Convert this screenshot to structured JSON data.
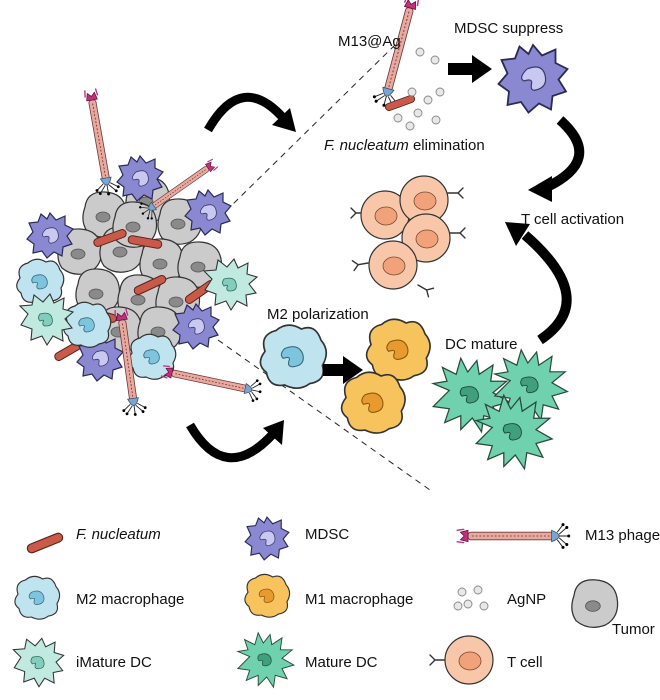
{
  "diagram": {
    "labels": {
      "m13_ag": "M13@Ag",
      "mdsc_suppress": "MDSC suppress",
      "fn_species": "F. nucleatum",
      "fn_elimination": "elimination",
      "t_cell_activation": "T cell activation",
      "m2_polarization": "M2 polarization",
      "dc_mature": "DC mature"
    },
    "legend": [
      {
        "key": "fn",
        "label": "F. nucleatum",
        "italic": true,
        "icon": "bacterium-icon",
        "color": "#c95a4a"
      },
      {
        "key": "mdsc",
        "label": "MDSC",
        "italic": false,
        "icon": "mdsc-cell-icon",
        "color": "#8a87cf"
      },
      {
        "key": "m13",
        "label": "M13 phage",
        "italic": false,
        "icon": "m13-phage-icon",
        "color": "#e7a59a"
      },
      {
        "key": "m2",
        "label": "M2 macrophage",
        "italic": false,
        "icon": "m2-macrophage-icon",
        "color": "#bfe3ef"
      },
      {
        "key": "m1",
        "label": "M1 macrophage",
        "italic": false,
        "icon": "m1-macrophage-icon",
        "color": "#f6c25a"
      },
      {
        "key": "agnp",
        "label": "AgNP",
        "italic": false,
        "icon": "agnp-particles-icon",
        "color": "#d9d9d9"
      },
      {
        "key": "tumor",
        "label": "Tumor",
        "italic": false,
        "icon": "tumor-cell-icon",
        "color": "#c9c9c9"
      },
      {
        "key": "idc",
        "label": "iMature DC",
        "italic": false,
        "icon": "immature-dc-icon",
        "color": "#bfe8e0"
      },
      {
        "key": "mdc",
        "label": "Mature DC",
        "italic": false,
        "icon": "mature-dc-icon",
        "color": "#6fcfae"
      },
      {
        "key": "tcell",
        "label": "T cell",
        "italic": false,
        "icon": "t-cell-icon",
        "color": "#f7c6a8"
      }
    ],
    "colors": {
      "bacterium": "#c95a4a",
      "mdsc": "#8a87cf",
      "m2": "#bfe3ef",
      "m1": "#f6c25a",
      "tumor": "#c9c9c9",
      "tcell": "#f7c6a8",
      "dc": "#6fcfae",
      "phage": "#e7a59a",
      "phage_head": "#c0307a",
      "arrow": "#000000"
    }
  }
}
